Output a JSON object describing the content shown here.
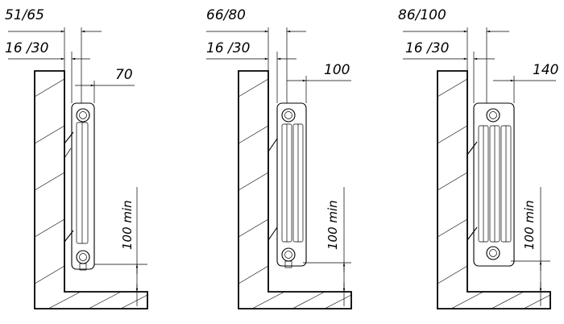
{
  "panels": [
    {
      "id": "one-column",
      "depth_label": "51/65",
      "offset_label": "16 /30",
      "width_label": "70",
      "floor_label": "100 min",
      "columns": 1
    },
    {
      "id": "two-column",
      "depth_label": "66/80",
      "offset_label": "16 /30",
      "width_label": "100",
      "floor_label": "100 min",
      "columns": 2
    },
    {
      "id": "three-column",
      "depth_label": "86/100",
      "offset_label": "16 /30",
      "width_label": "140",
      "floor_label": "100 min",
      "columns": 3
    }
  ]
}
